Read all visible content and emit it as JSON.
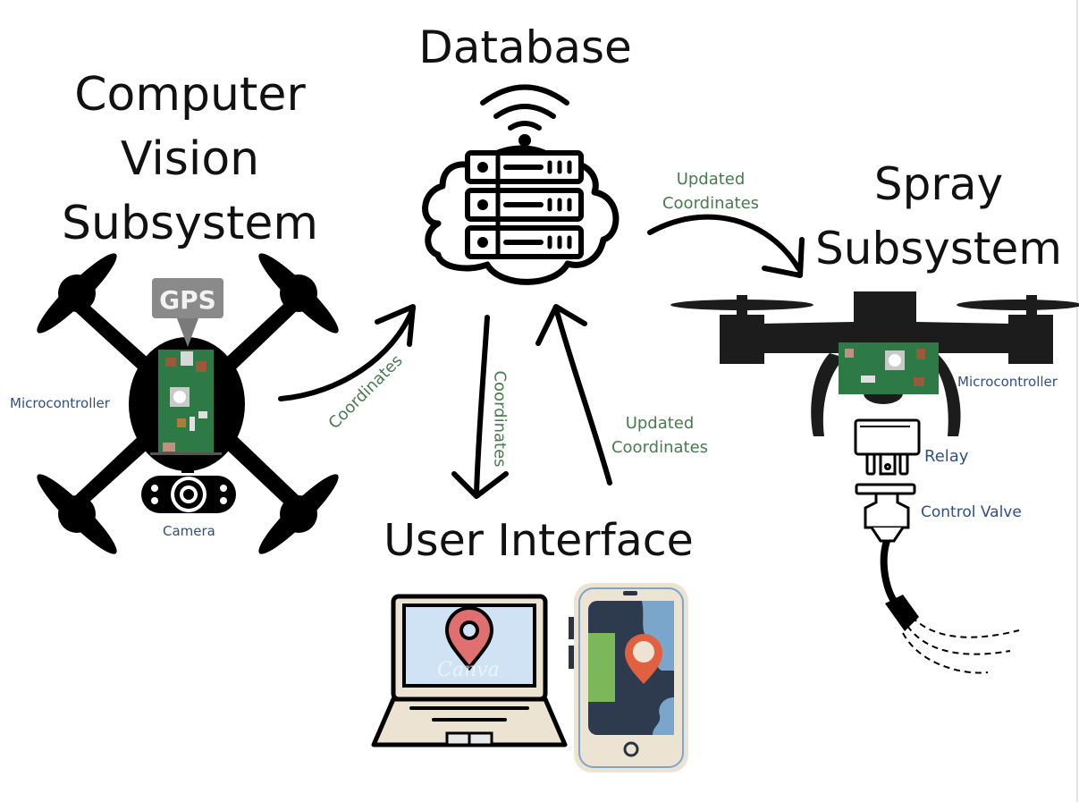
{
  "nodes": {
    "computer_vision": {
      "title_lines": [
        "Computer",
        "Vision",
        "Subsystem"
      ],
      "components": {
        "gps": "GPS",
        "microcontroller": "Microcontroller",
        "camera": "Camera"
      }
    },
    "database": {
      "title": "Database"
    },
    "spray": {
      "title_lines": [
        "Spray",
        "Subsystem"
      ],
      "components": {
        "microcontroller": "Microcontroller",
        "relay": "Relay",
        "control_valve": "Control Valve"
      }
    },
    "user_interface": {
      "title": "User Interface",
      "watermark": "Canva"
    }
  },
  "edges": [
    {
      "from": "computer_vision",
      "to": "database",
      "label": "Coordinates"
    },
    {
      "from": "database",
      "to": "user_interface",
      "label": "Coordinates"
    },
    {
      "from": "user_interface",
      "to": "database",
      "label_lines": [
        "Updated",
        "Coordinates"
      ]
    },
    {
      "from": "database",
      "to": "spray",
      "label_lines": [
        "Updated",
        "Coordinates"
      ]
    }
  ],
  "colors": {
    "label_green": "#4a7a4f",
    "label_blue": "#2f4f8a",
    "pcb_green": "#2e7a47",
    "pin_red": "#e07070",
    "screen_blue": "#cfe3f5",
    "device_beige": "#ece3d3"
  }
}
